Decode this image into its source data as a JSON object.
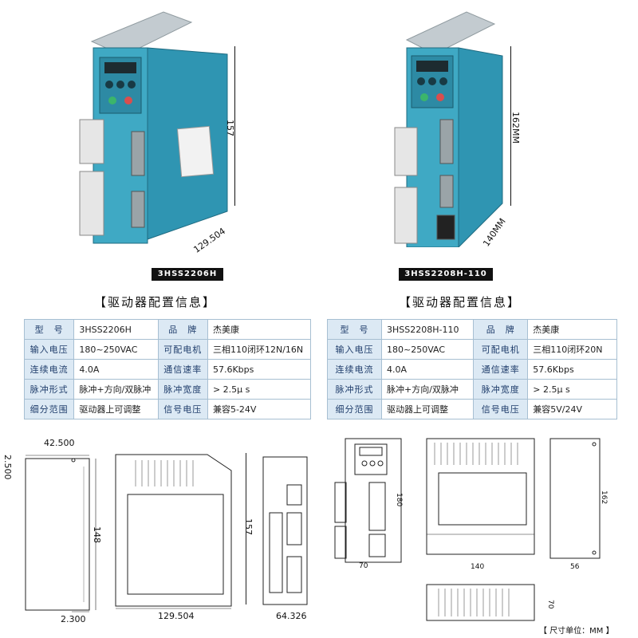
{
  "products": [
    {
      "model_label": "3HSS2206H",
      "photo_dims": {
        "height": "157",
        "depth": "129.504"
      },
      "section_title": "【驱动器配置信息】",
      "specs": [
        {
          "k1": "型　号",
          "v1": "3HSS2206H",
          "k2": "品　牌",
          "v2": "杰美康"
        },
        {
          "k1": "输入电压",
          "v1": "180~250VAC",
          "k2": "可配电机",
          "v2": "三相110闭环12N/16N"
        },
        {
          "k1": "连续电流",
          "v1": "4.0A",
          "k2": "通信速率",
          "v2": "57.6Kbps"
        },
        {
          "k1": "脉冲形式",
          "v1": "脉冲+方向/双脉冲",
          "k2": "脉冲宽度",
          "v2": "> 2.5μ s"
        },
        {
          "k1": "细分范围",
          "v1": "驱动器上可调整",
          "k2": "信号电压",
          "v2": "兼容5-24V"
        }
      ],
      "drawing_dims": {
        "a": "42.500",
        "b": "2.500",
        "c": "148",
        "d": "157",
        "e": "2.300",
        "f": "129.504",
        "g": "64.326"
      }
    },
    {
      "model_label": "3HSS2208H-110",
      "photo_dims": {
        "height": "162MM",
        "depth": "140MM"
      },
      "section_title": "【驱动器配置信息】",
      "specs": [
        {
          "k1": "型　号",
          "v1": "3HSS2208H-110",
          "k2": "品　牌",
          "v2": "杰美康"
        },
        {
          "k1": "输入电压",
          "v1": "180~250VAC",
          "k2": "可配电机",
          "v2": "三相110闭环20N"
        },
        {
          "k1": "连续电流",
          "v1": "4.0A",
          "k2": "通信速率",
          "v2": "57.6Kbps"
        },
        {
          "k1": "脉冲形式",
          "v1": "脉冲+方向/双脉冲",
          "k2": "脉冲宽度",
          "v2": "> 2.5μ s"
        },
        {
          "k1": "细分范围",
          "v1": "驱动器上可调整",
          "k2": "信号电压",
          "v2": "兼容5V/24V"
        }
      ],
      "drawing_dims": {
        "a": "180",
        "b": "162",
        "c": "70",
        "d": "140",
        "e": "56",
        "f": "70"
      },
      "unit_note": "【 尺寸单位：MM 】"
    }
  ],
  "colors": {
    "device": "#3fa9c4",
    "device_dark": "#2a7f97",
    "header_bg": "#dce9f4",
    "border": "#a7bfd2"
  }
}
